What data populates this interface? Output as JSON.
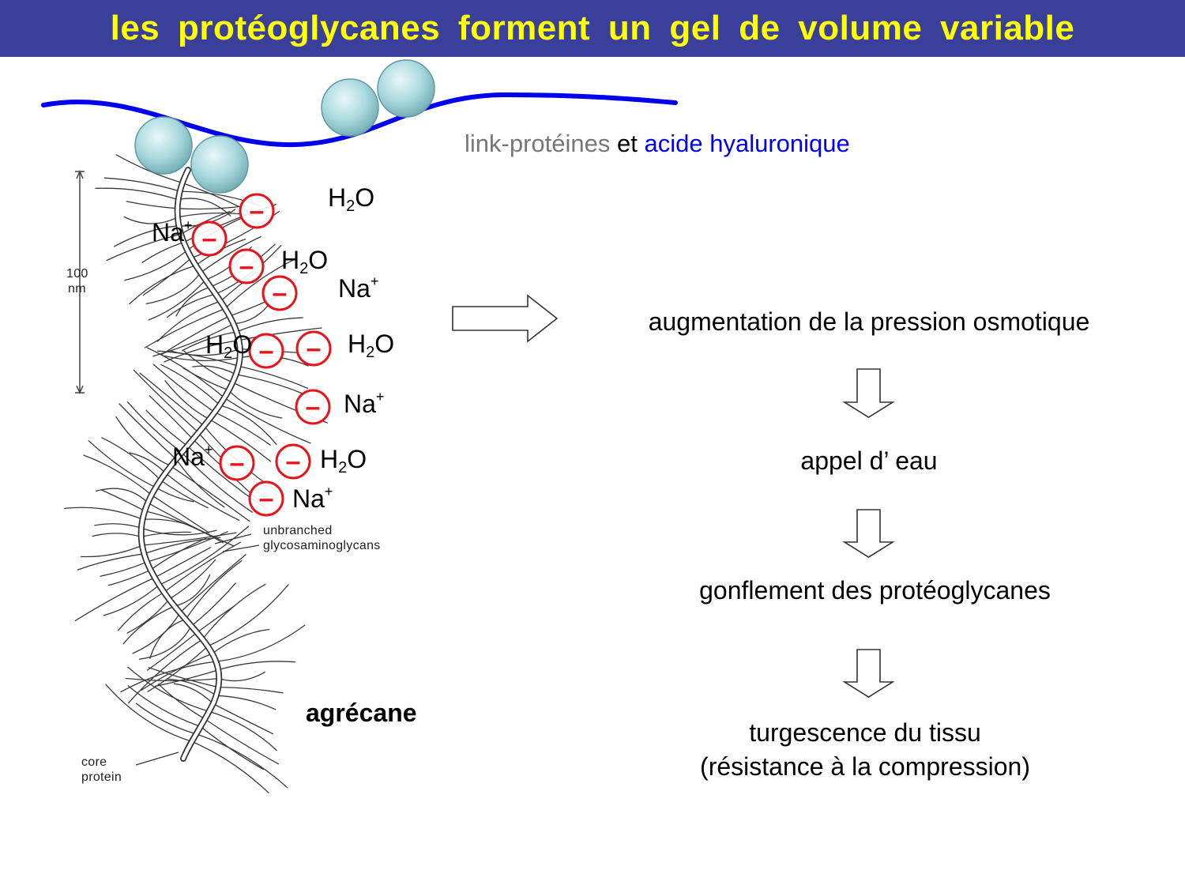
{
  "title": "les protéoglycanes forment un gel de volume variable",
  "legend": {
    "link_proteins": "link-protéines",
    "conjunction": "et",
    "hyaluronic_acid": "acide hyaluronique"
  },
  "molecule": {
    "name": "agrécane",
    "scale_value": "100",
    "scale_unit": "nm",
    "gag_label_line1": "unbranched",
    "gag_label_line2": "glycosaminoglycans",
    "core_label_line1": "core",
    "core_label_line2": "protein",
    "charge_symbol": "–",
    "water_base": "H",
    "water_sub": "2",
    "water_end": "O",
    "sodium_base": "Na",
    "sodium_sup": "+"
  },
  "flow": {
    "step1": "augmentation  de la pression osmotique",
    "step2": "appel d’ eau",
    "step3": "gonflement des protéoglycanes",
    "step4_line1": "turgescence du tissu",
    "step4_line2": "(résistance à la compression)"
  },
  "colors": {
    "title_bg": "#3a3f99",
    "title_text": "#ffff00",
    "hyaluronic_line": "#0000ee",
    "link_protein_label": "#777777",
    "charge_red": "#e8141b",
    "sphere": "#a9d9df"
  }
}
